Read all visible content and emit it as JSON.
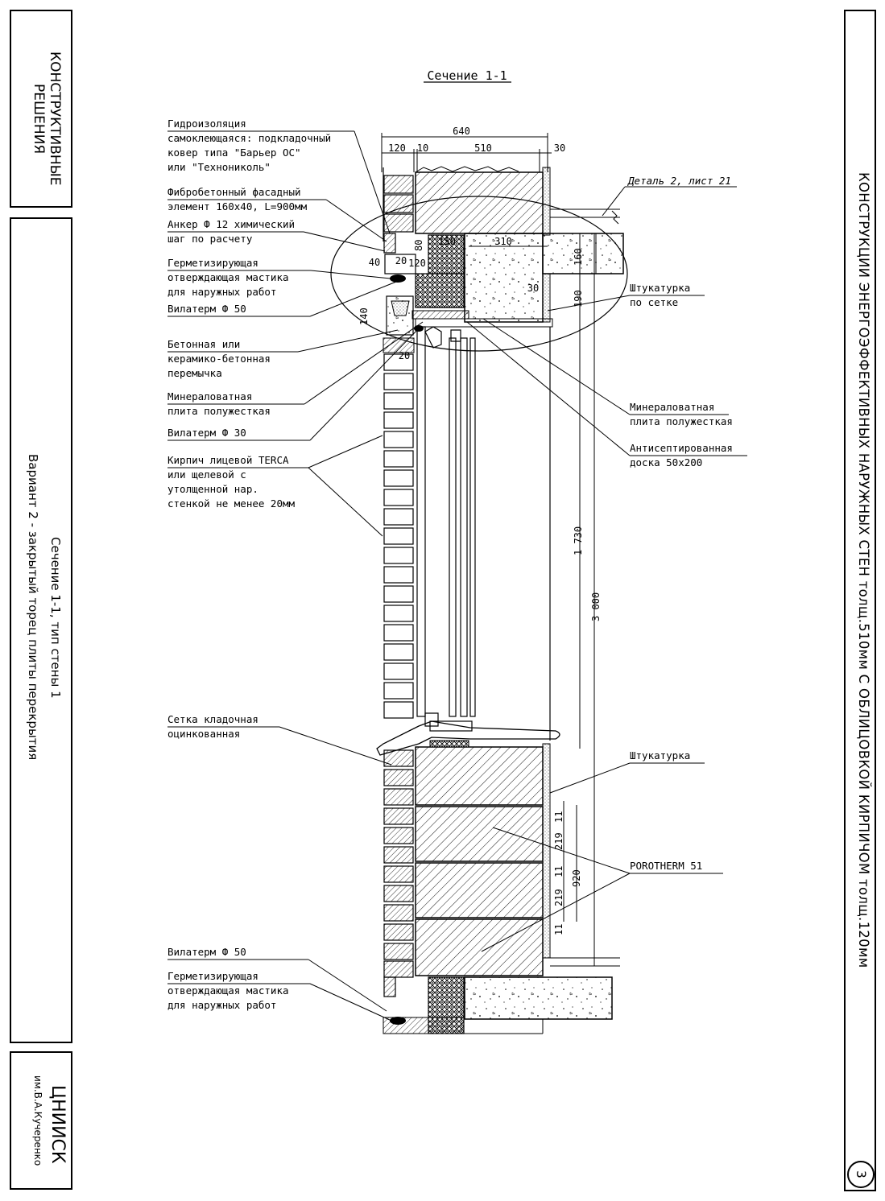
{
  "left_panel": {
    "top_title": [
      "КОНСТРУКТИВНЫЕ",
      "РЕШЕНИЯ"
    ],
    "middle_title": [
      "Сечение 1-1, тип стены 1",
      "Вариант 2 - закрытый торец плиты перекрытия"
    ],
    "bottom_org": [
      "ЦНИИСК",
      "им.В.А.Кучеренко"
    ]
  },
  "right_panel": {
    "title": "КОНСТРУКЦИИ ЭНЕРГОЭФФЕКТИВНЫХ НАРУЖНЫХ СТЕН толщ.510мм С ОБЛИЦОВКОЙ КИРПИЧОМ толщ.120мм",
    "page_number": "3"
  },
  "drawing": {
    "title": "Сечение 1-1",
    "detail_ref": "Деталь 2, лист 21",
    "labels_left": [
      [
        "Гидроизоляция",
        "самоклеющаяся: подкладочный",
        "ковер типа \"Барьер ОС\"",
        "или \"Технониколь\""
      ],
      [
        "Фибробетонный фасадный",
        "элемент 160х40, L=900мм"
      ],
      [
        "Анкер Ф 12 химический",
        "шаг по расчету"
      ],
      [
        "Герметизирующая",
        "отверждающая мастика",
        "для наружных работ"
      ],
      [
        "Вилатерм    Ф 50"
      ],
      [
        "Бетонная или",
        "керамико-бетонная",
        "перемычка"
      ],
      [
        "Минераловатная",
        "плита полужесткая"
      ],
      [
        "Вилатерм    Ф 30"
      ],
      [
        "Кирпич лицевой TERCA",
        "или щелевой с",
        "утолщенной нар.",
        "стенкой не менее 20мм"
      ],
      [
        "Сетка кладочная",
        "оцинкованная"
      ],
      [
        "Вилатерм    Ф 50"
      ],
      [
        "Герметизирующая",
        "отверждающая мастика",
        "для наружных работ"
      ]
    ],
    "labels_right": [
      [
        "Штукатурка",
        "по сетке"
      ],
      [
        "Минераловатная",
        "плита полужесткая"
      ],
      [
        "Антисептированная",
        "доска 50х200"
      ],
      [
        "Штукатурка"
      ],
      [
        "POROTHERM 51"
      ]
    ],
    "dimensions": {
      "top_total": "640",
      "top_parts": [
        "120",
        "10",
        "510",
        "30"
      ],
      "slab": [
        "150",
        "310",
        "30",
        "160",
        "190",
        "40",
        "20",
        "120",
        "80",
        "140",
        "20"
      ],
      "vertical": [
        "1 730",
        "3 000",
        "920",
        "11",
        "219",
        "11",
        "219",
        "11"
      ]
    }
  }
}
